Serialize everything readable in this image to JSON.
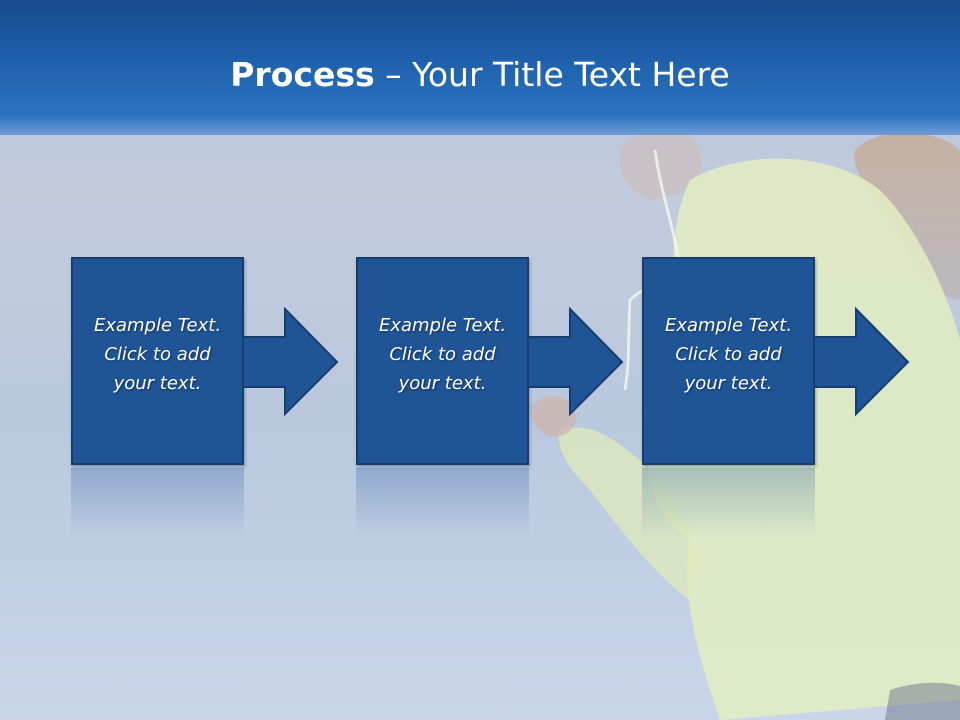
{
  "slide": {
    "title_bold": "Process",
    "title_rest": " – Your Title Text Here"
  },
  "steps": [
    {
      "text": "Example Text.\nClick  to add\nyour text."
    },
    {
      "text": "Example Text.\nClick  to add\nyour text."
    },
    {
      "text": "Example Text.\nClick  to add\nyour text."
    }
  ],
  "colors": {
    "header": "#1d5ea9",
    "box_fill": "#1f5597",
    "box_border": "#183d6c",
    "background": "#c2cbdc"
  }
}
